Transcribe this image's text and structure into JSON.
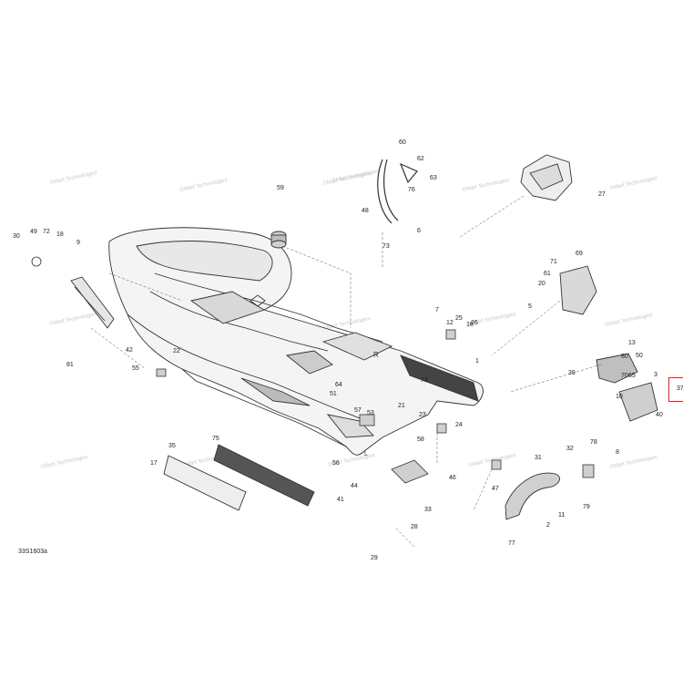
{
  "diagram_ref": "33S1603a",
  "watermark": "©Mart Technologies",
  "highlight": {
    "label": "37",
    "color": "#e02020"
  },
  "callouts": [
    "1",
    "2",
    "3",
    "5",
    "6",
    "7",
    "8",
    "9",
    "10",
    "11",
    "12",
    "13",
    "16",
    "17",
    "18",
    "20",
    "21",
    "22",
    "23",
    "24",
    "25",
    "26",
    "27",
    "28",
    "29",
    "30",
    "31",
    "32",
    "33",
    "35",
    "39",
    "40",
    "41",
    "42",
    "44",
    "46",
    "47",
    "48",
    "49",
    "50",
    "51",
    "53",
    "55",
    "56",
    "57",
    "58",
    "59",
    "60",
    "61",
    "62",
    "63",
    "64",
    "65",
    "69",
    "70",
    "71",
    "72",
    "73",
    "74",
    "75",
    "76",
    "77",
    "78",
    "79",
    "80",
    "81"
  ]
}
